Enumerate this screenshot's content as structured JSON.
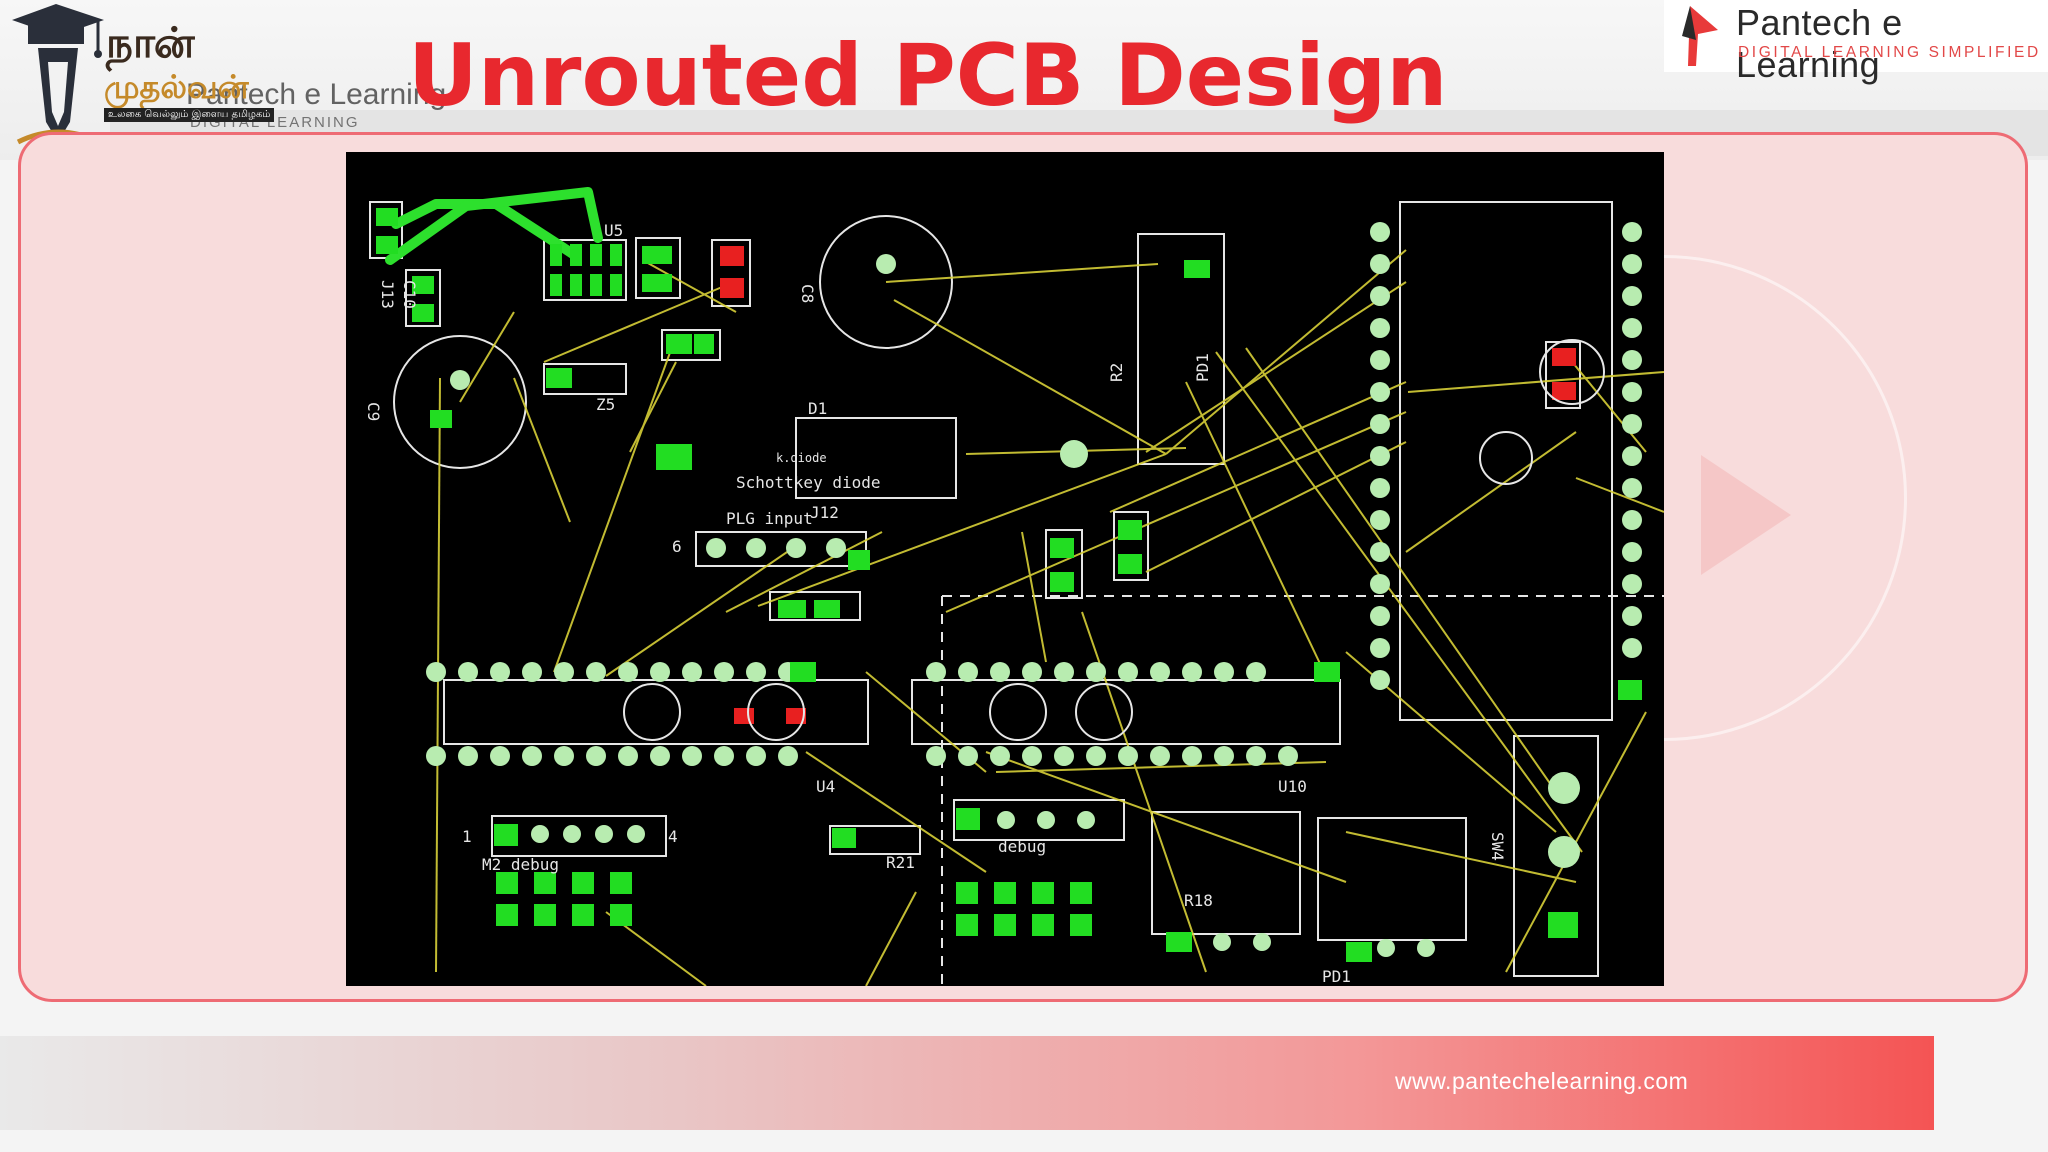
{
  "slide": {
    "title": "Unrouted PCB Design"
  },
  "logo_left": {
    "brand_tamil_line1": "நான்",
    "brand_tamil_line2": "முதல்வன்",
    "tagline_tamil": "உலகை வெல்லும் இளைய தமிழகம்",
    "overlap_text": "Pantech e Learning",
    "overlap_sub": "DIGITAL LEARNING SIMPLIFIED"
  },
  "logo_right": {
    "brand": "Pantech e Learning",
    "tagline": "DIGITAL LEARNING SIMPLIFIED"
  },
  "footer": {
    "url": "www.pantechelearning.com"
  },
  "pcb": {
    "labels": {
      "u5": "U5",
      "j13": "J13",
      "c10": "C10",
      "c9": "C9",
      "c8": "C8",
      "z5": "Z5",
      "r2": "R2",
      "pd1": "PD1",
      "d1": "D1",
      "d1_value": "Schottkey diode",
      "d1_sub": "k.diode",
      "j12": "J12",
      "plg_input": "PLG input",
      "u4": "U4",
      "u10": "U10",
      "m2_debug": "M2 debug",
      "debug": "debug",
      "r21": "R21",
      "r18": "R18",
      "pd1b": "PD1",
      "sw4": "SW4",
      "pin1": "1",
      "pin4": "4",
      "pin6": "6"
    },
    "colors": {
      "background": "#000000",
      "pad": "#22dd22",
      "pad_round": "#b8ecb0",
      "silkscreen": "#e6e6e6",
      "ratsnest": "#d8d038",
      "copper": "#2de02d",
      "red_pad": "#e82020"
    }
  }
}
